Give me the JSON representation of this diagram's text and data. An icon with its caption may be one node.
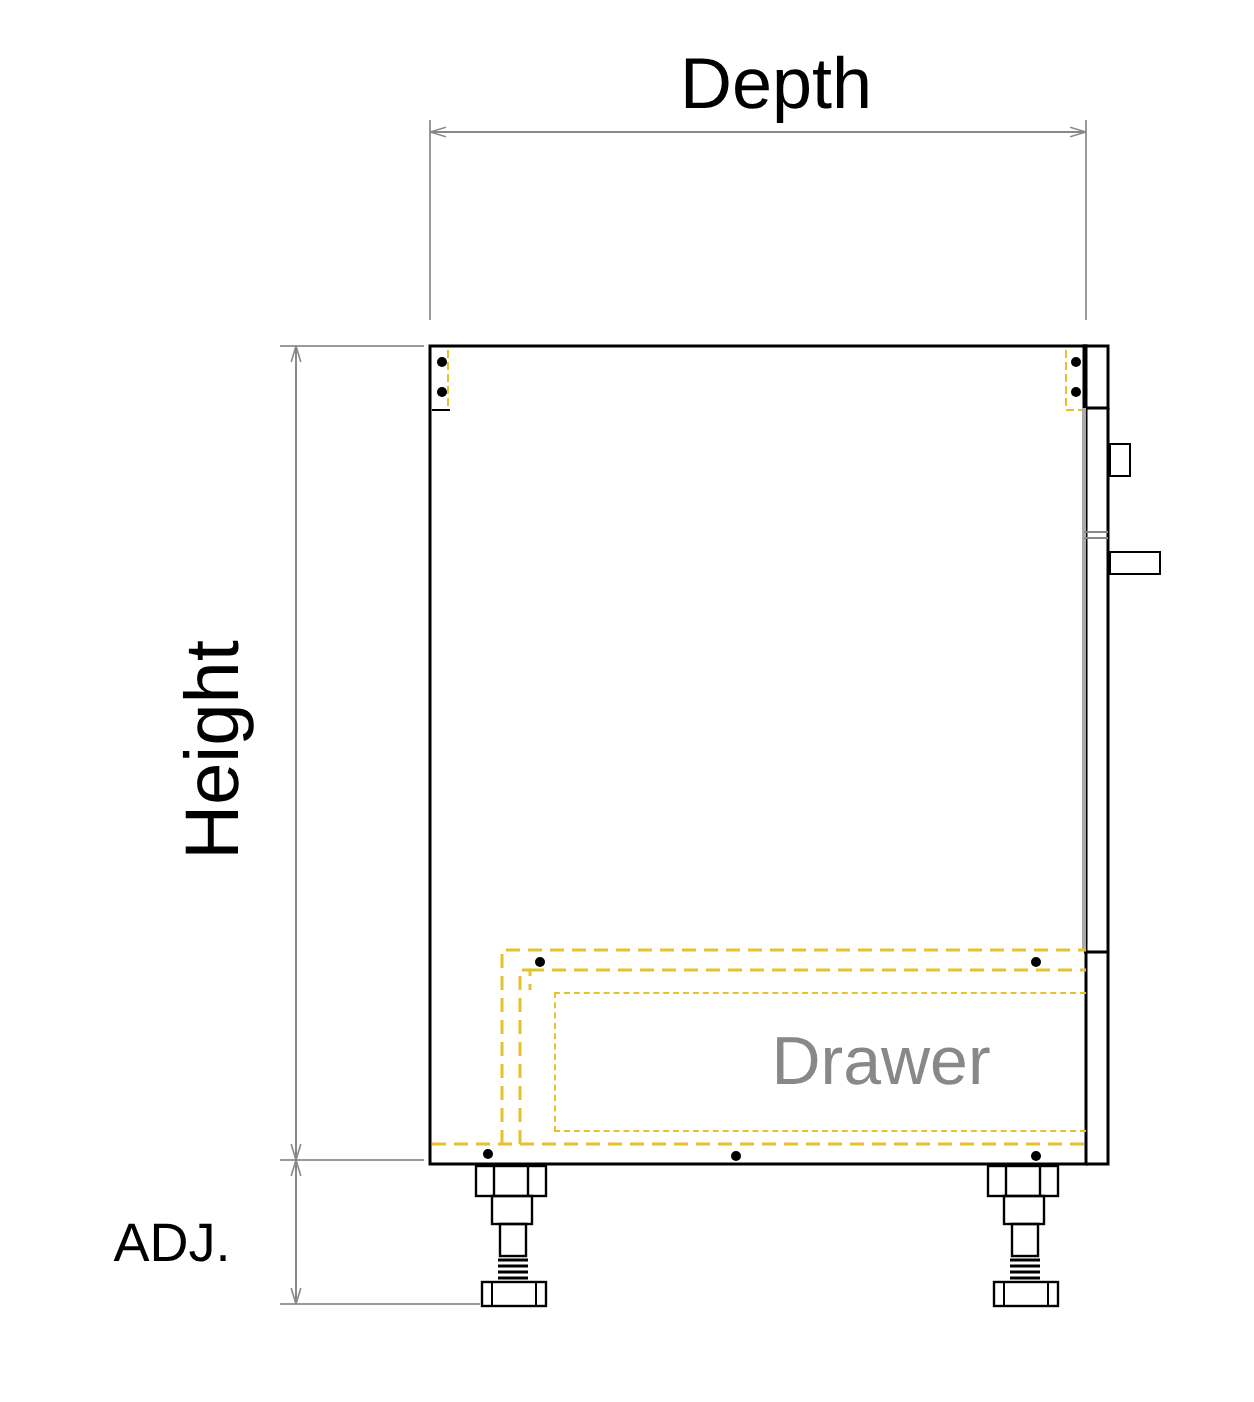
{
  "diagram": {
    "nodes": [
      {
        "text": [
          "Drawer"
        ]
      }
    ],
    "labels": [
      "Depth",
      "Height",
      "ADJ."
    ]
  }
}
